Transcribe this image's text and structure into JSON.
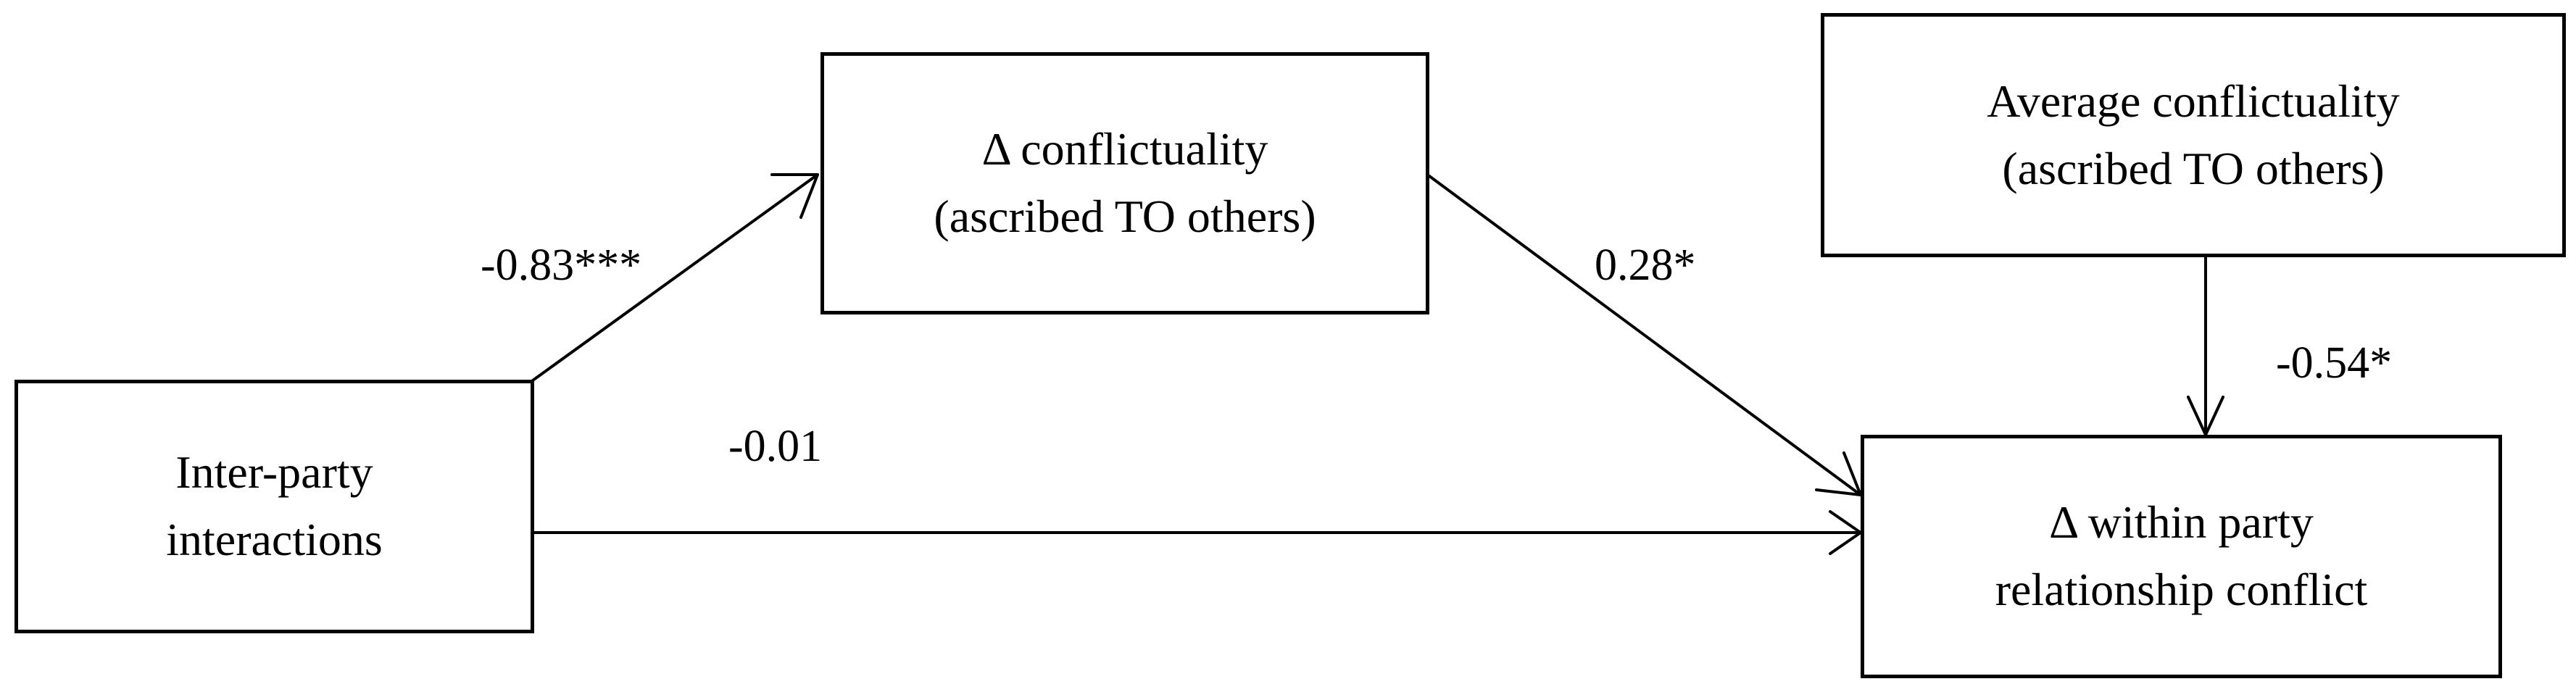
{
  "nodes": {
    "inter_party": {
      "line1": "Inter-party",
      "line2": "interactions"
    },
    "delta_conflictuality": {
      "line1": "Δ conflictuality",
      "line2": "(ascribed TO others)"
    },
    "average_conflictuality": {
      "line1": "Average conflictuality",
      "line2": "(ascribed TO others)"
    },
    "delta_within_party": {
      "line1": "Δ within party",
      "line2": "relationship conflict"
    }
  },
  "paths": {
    "a": {
      "from": "inter_party",
      "to": "delta_conflictuality",
      "coefficient": "-0.83***"
    },
    "b": {
      "from": "delta_conflictuality",
      "to": "delta_within_party",
      "coefficient": "0.28*"
    },
    "c_prime": {
      "from": "inter_party",
      "to": "delta_within_party",
      "coefficient": "-0.01"
    },
    "moderator": {
      "from": "average_conflictuality",
      "to": "delta_within_party",
      "coefficient": "-0.54*"
    }
  },
  "colors": {
    "stroke": "#000000",
    "background": "#ffffff"
  }
}
